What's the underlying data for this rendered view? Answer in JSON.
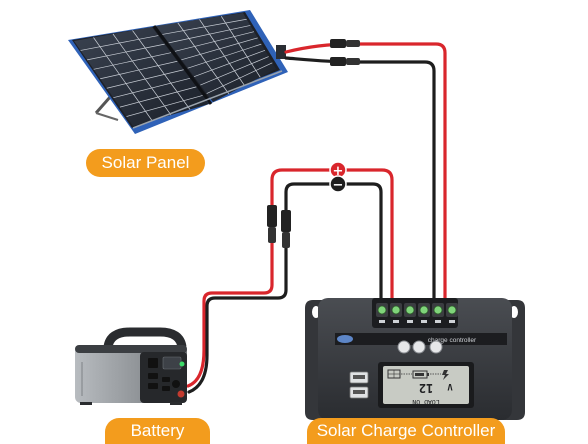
{
  "labels": {
    "solar_panel": "Solar Panel",
    "battery": "Battery",
    "controller": "Solar Charge Controller"
  },
  "controller_text": {
    "header": "charge controller",
    "display_value": "12",
    "display_unit": "V",
    "mode": "LOAD ON"
  },
  "polarity": {
    "positive": "+",
    "negative": "−"
  },
  "colors": {
    "label_bg": "#f39c1d",
    "positive_wire": "#d9262c",
    "negative_wire": "#1e1e1e",
    "panel_frame": "#2f62b8"
  }
}
